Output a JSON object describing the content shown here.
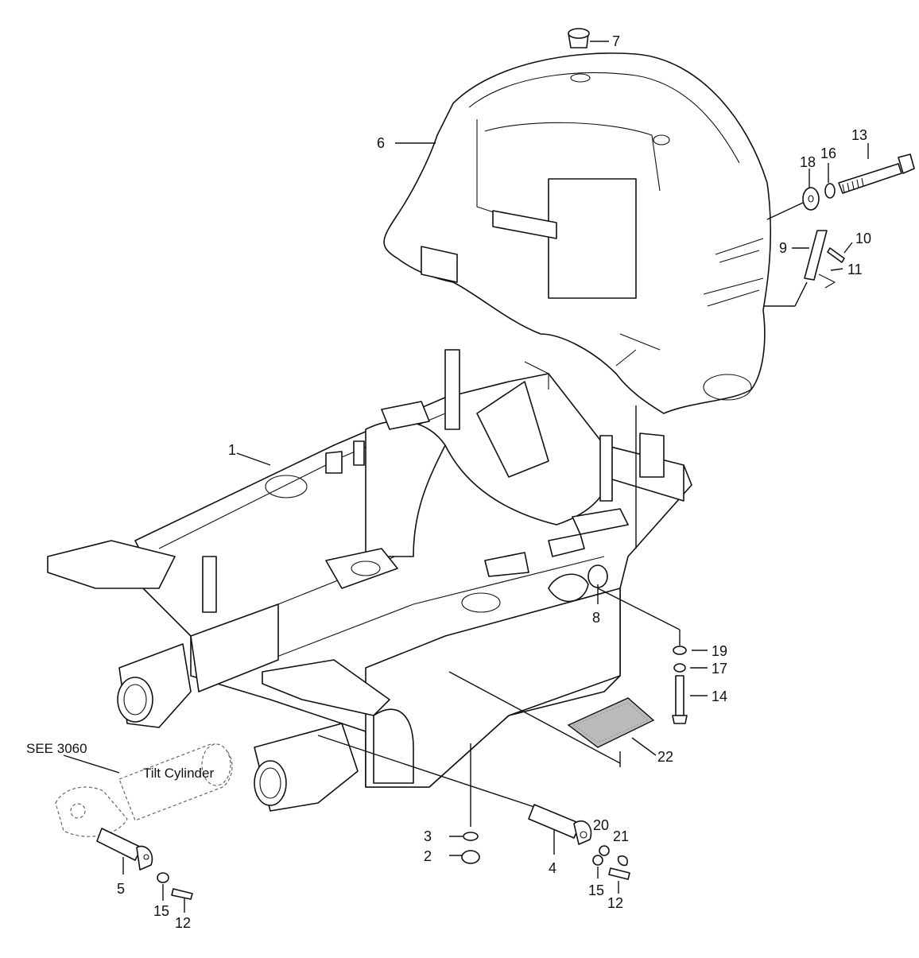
{
  "diagram": {
    "callouts": [
      "1",
      "2",
      "3",
      "4",
      "5",
      "6",
      "7",
      "8",
      "9",
      "10",
      "11",
      "12",
      "13",
      "14",
      "15",
      "16",
      "17",
      "18",
      "19",
      "20",
      "21",
      "22"
    ],
    "callout_12_second": "12",
    "callout_15_second": "15",
    "reference_note": "SEE 3060",
    "tilt_cylinder_label": "Tilt Cylinder"
  }
}
